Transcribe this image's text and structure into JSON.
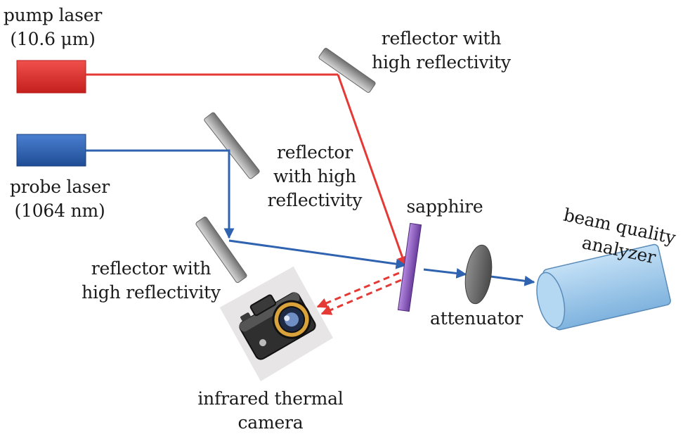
{
  "labels": {
    "pump_laser_line1": "pump laser",
    "pump_laser_line2": "(10.6 μm)",
    "probe_laser_line1": "probe laser",
    "probe_laser_line2": "(1064 nm)",
    "reflector_top_line1": "reflector with",
    "reflector_top_line2": "high reflectivity",
    "reflector_mid_line1": "reflector",
    "reflector_mid_line2": "with high",
    "reflector_mid_line3": "reflectivity",
    "reflector_low_line1": "reflector with",
    "reflector_low_line2": "high reflectivity",
    "sapphire": "sapphire",
    "attenuator": "attenuator",
    "analyzer_line1": "beam quality",
    "analyzer_line2": "analyzer",
    "camera_line1": "infrared thermal",
    "camera_line2": "camera"
  },
  "colors": {
    "pump_beam": "#e53935",
    "probe_beam": "#2f63b0",
    "pump_laser_body": "#e22d2a",
    "probe_laser_body": "#2f62b4",
    "mirror": "#a8a8a8",
    "sapphire": "#8e5cc0",
    "attenuator": "#6f6f6f",
    "analyzer": "#9cc7ea"
  },
  "icons": {
    "camera": "infrared-thermal-camera-icon"
  }
}
